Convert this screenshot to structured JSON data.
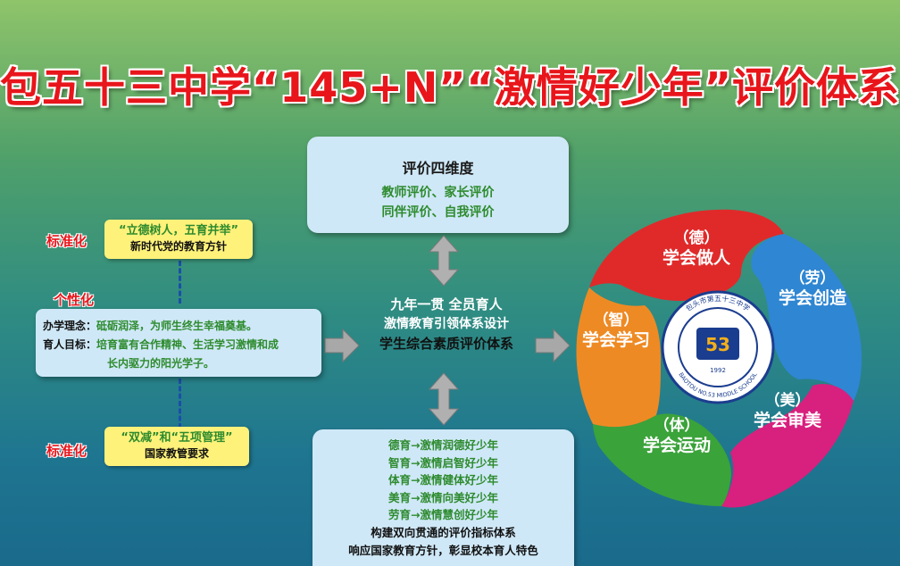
{
  "title": "包五十三中学“145+N”“激情好少年”评价体系",
  "dimensions": {
    "title": "评价四维度",
    "lines": [
      "教师评价、家长评价",
      "同伴评价、自我评价"
    ]
  },
  "center": {
    "line1": "九年一贯  全员育人",
    "line2": "激情教育引领体系设计",
    "line3": "学生综合素质评价体系"
  },
  "left": {
    "tag_top": "标准化",
    "box_top": {
      "green": "“立德树人，五育并举”",
      "black": "新时代党的教育方针"
    },
    "tag_mid": "个性化",
    "philosophy": {
      "label1": "办学理念：",
      "value1": "砥砺润泽，为师生终生幸福奠基。",
      "label2": "育人目标：",
      "value2a": "培育富有合作精神、生活学习激情和成",
      "value2b": "长内驱力的阳光学子。"
    },
    "tag_bottom": "标准化",
    "box_bottom": {
      "green": "“双减”和“五项管理”",
      "black": "国家教管要求"
    }
  },
  "indicators": {
    "lines": [
      "德育→激情润德好少年",
      "智育→激情启智好少年",
      "体育→激情健体好少年",
      "美育→激情向美好少年",
      "劳育→激情慧创好少年"
    ],
    "footer1": "构建双向贯通的评价指标体系",
    "footer2": "响应国家教育方针，彰显校本育人特色"
  },
  "wheel": {
    "petals": [
      {
        "tag": "（德）",
        "text": "学会做人",
        "color": "#e02a2a"
      },
      {
        "tag": "（劳）",
        "text": "学会创造",
        "color": "#2f86d2"
      },
      {
        "tag": "（美）",
        "text": "学会审美",
        "color": "#d8207e"
      },
      {
        "tag": "（体）",
        "text": "学会运动",
        "color": "#3aa33a"
      },
      {
        "tag": "（智）",
        "text": "学会学习",
        "color": "#ee8a24"
      }
    ],
    "logo_text_top": "包头市第五十三中学",
    "logo_text_bottom": "BAOTOU NO.53 MIDDLE SCHOOL",
    "logo_year": "1992",
    "logo_number": "53"
  }
}
